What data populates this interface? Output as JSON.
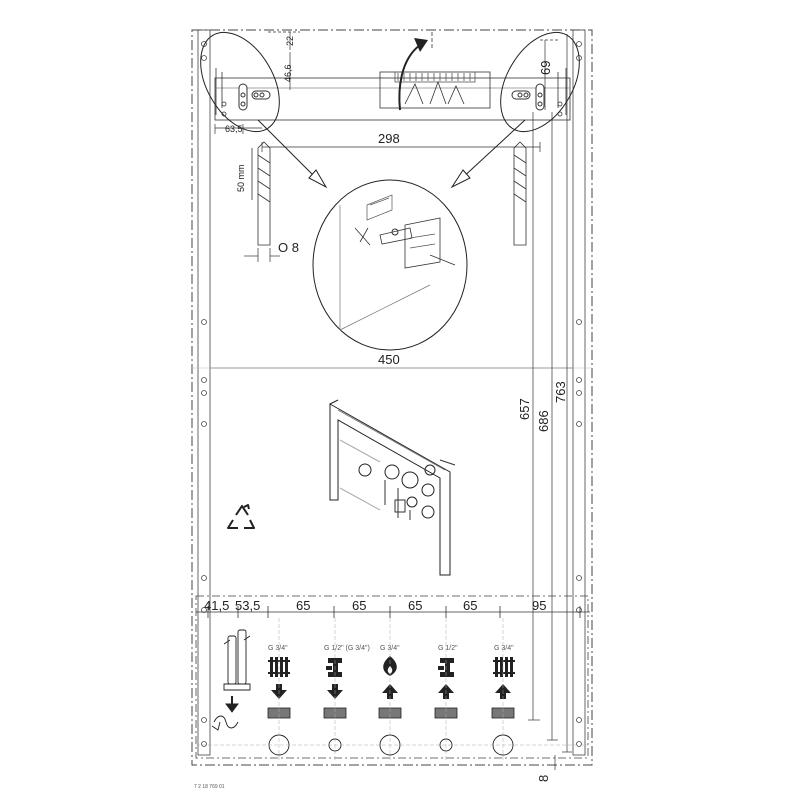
{
  "dimensions": {
    "top_gap": "22",
    "bracket_offset": "46,6",
    "bracket_height": "69",
    "left_offset": "63,5",
    "hole_spacing": "298",
    "drill_depth": "50 mm",
    "drill_diameter": "O 8",
    "width": "450",
    "height_657": "657",
    "height_686": "686",
    "height_763": "763",
    "bottom_gap": "8"
  },
  "spacings": [
    "41,5",
    "53,5",
    "65",
    "65",
    "65",
    "65",
    "95"
  ],
  "connections": [
    {
      "size": "G 3/4\"",
      "icon": "heating-radiator-icon",
      "direction": "down"
    },
    {
      "size": "G 1/2\" (G 3/4\")",
      "icon": "hot-water-tap-icon",
      "direction": "down"
    },
    {
      "size": "G 3/4\"",
      "icon": "gas-flame-icon",
      "direction": "up"
    },
    {
      "size": "G 1/2\"",
      "icon": "cold-water-tap-icon",
      "direction": "up"
    },
    {
      "size": "G 3/4\"",
      "icon": "heating-return-radiator-icon",
      "direction": "up"
    }
  ],
  "drawing_code": "7 2 18 769 01"
}
